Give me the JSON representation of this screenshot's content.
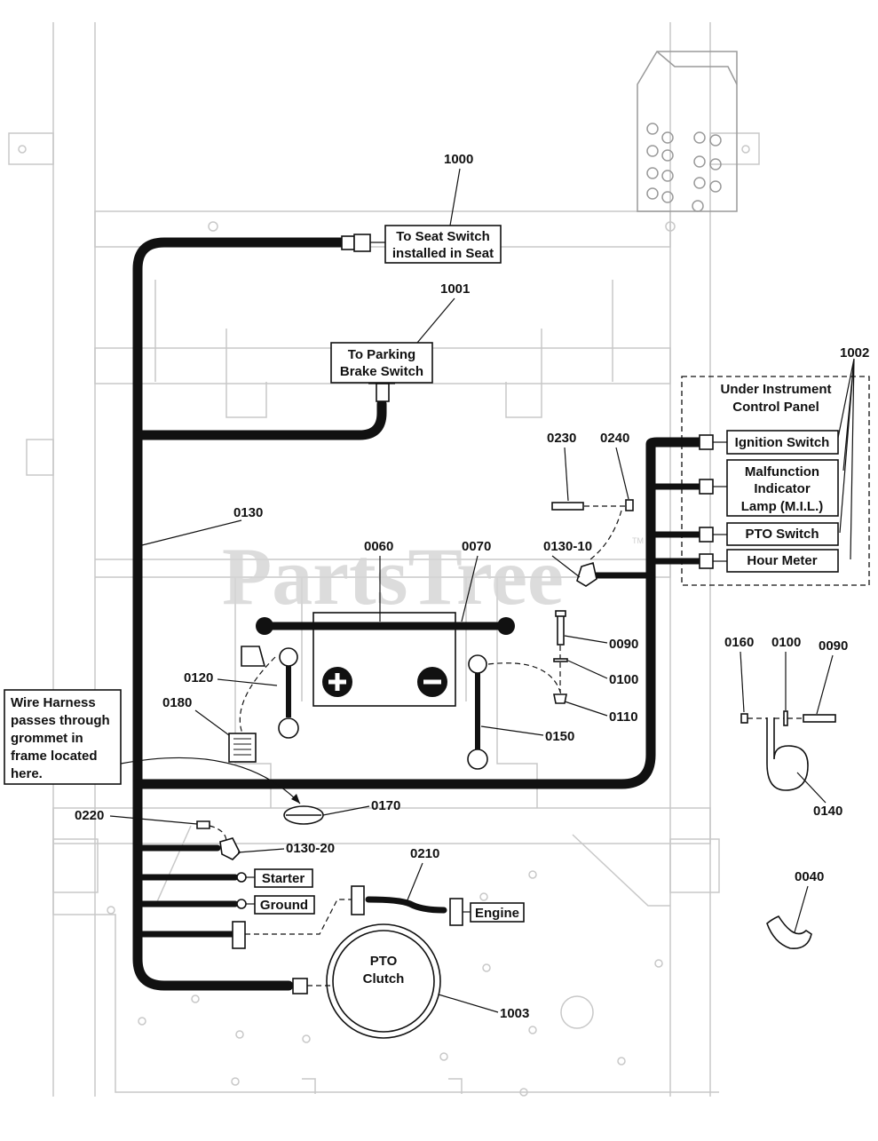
{
  "watermark": "PartsTree",
  "watermark_tm": "TM",
  "part_numbers": {
    "p1000": "1000",
    "p1001": "1001",
    "p1002": "1002",
    "p1003": "1003",
    "p0130": "0130",
    "p0060": "0060",
    "p0070": "0070",
    "p0230": "0230",
    "p0240": "0240",
    "p0130_10": "0130-10",
    "p0090a": "0090",
    "p0100a": "0100",
    "p0110": "0110",
    "p0120": "0120",
    "p0180": "0180",
    "p0150": "0150",
    "p0160": "0160",
    "p0100b": "0100",
    "p0090b": "0090",
    "p0140": "0140",
    "p0170": "0170",
    "p0220": "0220",
    "p0130_20": "0130-20",
    "p0210": "0210",
    "p0040": "0040"
  },
  "callouts": {
    "seat_switch_l1": "To Seat Switch",
    "seat_switch_l2": "installed in Seat",
    "parking_l1": "To Parking",
    "parking_l2": "Brake Switch",
    "panel_l1": "Under Instrument",
    "panel_l2": "Control Panel",
    "ignition": "Ignition Switch",
    "mil_l1": "Malfunction",
    "mil_l2": "Indicator",
    "mil_l3": "Lamp (M.I.L.)",
    "pto_switch": "PTO Switch",
    "hour_meter": "Hour Meter",
    "note_l1": "Wire Harness",
    "note_l2": "passes through",
    "note_l3": "grommet in",
    "note_l4": "frame located",
    "note_l5": "here.",
    "starter": "Starter",
    "ground": "Ground",
    "engine": "Engine",
    "pto_clutch_l1": "PTO",
    "pto_clutch_l2": "Clutch"
  }
}
